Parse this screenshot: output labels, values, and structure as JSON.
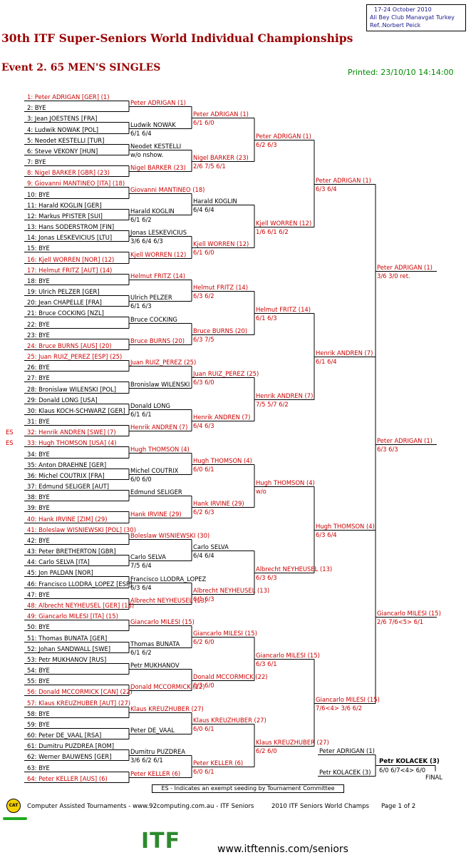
{
  "venue_lines": [
    "17-24 October 2010",
    "Ali Bey Club Manavgat   Turkey",
    "Ref..Norbert Peick"
  ],
  "title": "30th ITF Super-Seniors World Individual Championships",
  "event": "Event 2. 65 MEN'S SINGLES",
  "printed": "Printed: 23/10/10 14:14:00",
  "colors": {
    "red": "#cc0000",
    "title": "#990000",
    "green": "#008a00"
  },
  "draw": [
    {
      "label": "1: Peter ADRIGAN [GER] (1)",
      "seed": true
    },
    {
      "label": "2: BYE",
      "seed": false
    },
    {
      "label": "3: Jean JOESTENS [FRA]",
      "seed": false
    },
    {
      "label": "4: Ludwik NOWAK [POL]",
      "seed": false
    },
    {
      "label": "5: Neodet KESTELLI [TUR]",
      "seed": false
    },
    {
      "label": "6: Steve VEKONY [HUN]",
      "seed": false
    },
    {
      "label": "7: BYE",
      "seed": false
    },
    {
      "label": "8: Nigel BARKER [GBR] (23)",
      "seed": true
    },
    {
      "label": "9: Giovanni MANTINEO [ITA] (18)",
      "seed": true
    },
    {
      "label": "10: BYE",
      "seed": false
    },
    {
      "label": "11: Harald KOGLIN [GER]",
      "seed": false
    },
    {
      "label": "12: Markus PFISTER [SUI]",
      "seed": false
    },
    {
      "label": "13: Hans SODERSTROM [FIN]",
      "seed": false
    },
    {
      "label": "14: Jonas LESKEVICIUS [LTU]",
      "seed": false
    },
    {
      "label": "15: BYE",
      "seed": false
    },
    {
      "label": "16: Kjell WORREN [NOR] (12)",
      "seed": true
    },
    {
      "label": "17: Helmut FRITZ [AUT] (14)",
      "seed": true
    },
    {
      "label": "18: BYE",
      "seed": false
    },
    {
      "label": "19: Ulrich PELZER [GER]",
      "seed": false
    },
    {
      "label": "20: Jean CHAPELLE [FRA]",
      "seed": false
    },
    {
      "label": "21: Bruce COCKING [NZL]",
      "seed": false
    },
    {
      "label": "22: BYE",
      "seed": false
    },
    {
      "label": "23: BYE",
      "seed": false
    },
    {
      "label": "24: Bruce BURNS [AUS] (20)",
      "seed": true
    },
    {
      "label": "25: Juan RUIZ_PEREZ [ESP] (25)",
      "seed": true
    },
    {
      "label": "26: BYE",
      "seed": false
    },
    {
      "label": "27: BYE",
      "seed": false
    },
    {
      "label": "28: Bronislaw WILENSKI [POL]",
      "seed": false
    },
    {
      "label": "29: Donald LONG [USA]",
      "seed": false
    },
    {
      "label": "30: Klaus KOCH-SCHWARZ [GER]",
      "seed": false
    },
    {
      "label": "31: BYE",
      "seed": false
    },
    {
      "label": "32: Henrik ANDREN [SWE] (7)",
      "seed": true
    },
    {
      "label": "33: Hugh THOMSON [USA] (4)",
      "seed": true
    },
    {
      "label": "34: BYE",
      "seed": false
    },
    {
      "label": "35: Anton DRAEHNE [GER]",
      "seed": false
    },
    {
      "label": "36: Michel COUTRIX [FRA]",
      "seed": false
    },
    {
      "label": "37: Edmund SELIGER [AUT]",
      "seed": false
    },
    {
      "label": "38: BYE",
      "seed": false
    },
    {
      "label": "39: BYE",
      "seed": false
    },
    {
      "label": "40: Hank IRVINE [ZIM] (29)",
      "seed": true
    },
    {
      "label": "41: Boleslaw WISNIEWSKI [POL] (30)",
      "seed": true
    },
    {
      "label": "42: BYE",
      "seed": false
    },
    {
      "label": "43: Peter BRETHERTON [GBR]",
      "seed": false
    },
    {
      "label": "44: Carlo SELVA [ITA]",
      "seed": false
    },
    {
      "label": "45: Jon PALDAN [NOR]",
      "seed": false
    },
    {
      "label": "46: Francisco LLODRA_LOPEZ [ESP]",
      "seed": false
    },
    {
      "label": "47: BYE",
      "seed": false
    },
    {
      "label": "48: Albrecht NEYHEUSEL [GER] (13)",
      "seed": true
    },
    {
      "label": "49: Giancarlo MILESI [ITA] (15)",
      "seed": true
    },
    {
      "label": "50: BYE",
      "seed": false
    },
    {
      "label": "51: Thomas BUNATA [GER]",
      "seed": false
    },
    {
      "label": "52: Johan SANDWALL [SWE]",
      "seed": false
    },
    {
      "label": "53: Petr MUKHANOV [RUS]",
      "seed": false
    },
    {
      "label": "54: BYE",
      "seed": false
    },
    {
      "label": "55: BYE",
      "seed": false
    },
    {
      "label": "56: Donald MCCORMICK [CAN] (22)",
      "seed": true
    },
    {
      "label": "57: Klaus KREUZHUBER [AUT] (27)",
      "seed": true
    },
    {
      "label": "58: BYE",
      "seed": false
    },
    {
      "label": "59: BYE",
      "seed": false
    },
    {
      "label": "60: Peter DE_VAAL [RSA]",
      "seed": false
    },
    {
      "label": "61: Dumitru PUZDREA [ROM]",
      "seed": false
    },
    {
      "label": "62: Werner BAUWENS [GER]",
      "seed": false
    },
    {
      "label": "63: BYE",
      "seed": false
    },
    {
      "label": "64: Peter KELLER [AUS] (6)",
      "seed": true
    }
  ],
  "rounds": [
    [
      {
        "name": "Peter ADRIGAN (1)",
        "score": "",
        "seed": true
      },
      {
        "name": "Ludwik NOWAK",
        "score": "6/1 6/4",
        "seed": false
      },
      {
        "name": "Neodet KESTELLI",
        "score": "w/o nshow.",
        "seed": false
      },
      {
        "name": "Nigel BARKER (23)",
        "score": "",
        "seed": true
      },
      {
        "name": "Giovanni MANTINEO (18)",
        "score": "",
        "seed": true
      },
      {
        "name": "Harald KOGLIN",
        "score": "6/1 6/2",
        "seed": false
      },
      {
        "name": "Jonas LESKEVICIUS",
        "score": "3/6 6/4 6/3",
        "seed": false
      },
      {
        "name": "Kjell WORREN (12)",
        "score": "",
        "seed": true
      },
      {
        "name": "Helmut FRITZ (14)",
        "score": "",
        "seed": true
      },
      {
        "name": "Ulrich PELZER",
        "score": "6/1 6/3",
        "seed": false
      },
      {
        "name": "Bruce COCKING",
        "score": "",
        "seed": false
      },
      {
        "name": "Bruce BURNS (20)",
        "score": "",
        "seed": true
      },
      {
        "name": "Juan RUIZ_PEREZ (25)",
        "score": "",
        "seed": true
      },
      {
        "name": "Bronislaw WILENSKI",
        "score": "",
        "seed": false
      },
      {
        "name": "Donald LONG",
        "score": "6/1 6/1",
        "seed": false
      },
      {
        "name": "Henrik ANDREN (7)",
        "score": "",
        "seed": true
      },
      {
        "name": "Hugh THOMSON (4)",
        "score": "",
        "seed": true
      },
      {
        "name": "Michel COUTRIX",
        "score": "6/0 6/0",
        "seed": false
      },
      {
        "name": "Edmund SELIGER",
        "score": "",
        "seed": false
      },
      {
        "name": "Hank IRVINE (29)",
        "score": "",
        "seed": true
      },
      {
        "name": "Boleslaw WISNIEWSKI (30)",
        "score": "",
        "seed": true
      },
      {
        "name": "Carlo SELVA",
        "score": "7/5 6/4",
        "seed": false
      },
      {
        "name": "Francisco LLODRA_LOPEZ",
        "score": "6/3 6/4",
        "seed": false
      },
      {
        "name": "Albrecht NEYHEUSEL (13)",
        "score": "",
        "seed": true
      },
      {
        "name": "Giancarlo MILESI (15)",
        "score": "",
        "seed": true
      },
      {
        "name": "Thomas BUNATA",
        "score": "6/1 6/2",
        "seed": false
      },
      {
        "name": "Petr MUKHANOV",
        "score": "",
        "seed": false
      },
      {
        "name": "Donald MCCORMICK (22)",
        "score": "",
        "seed": true
      },
      {
        "name": "Klaus KREUZHUBER (27)",
        "score": "",
        "seed": true
      },
      {
        "name": "Peter DE_VAAL",
        "score": "",
        "seed": false
      },
      {
        "name": "Dumitru PUZDREA",
        "score": "3/6 6/2 6/1",
        "seed": false
      },
      {
        "name": "Peter KELLER (6)",
        "score": "",
        "seed": true
      }
    ],
    [
      {
        "name": "Peter ADRIGAN (1)",
        "score": "6/1 6/0",
        "seed": true
      },
      {
        "name": "Nigel BARKER (23)",
        "score": "2/6 7/5 6/1",
        "seed": true
      },
      {
        "name": "Harald KOGLIN",
        "score": "6/4 6/4",
        "seed": false
      },
      {
        "name": "Kjell WORREN (12)",
        "score": "6/1 6/0",
        "seed": true
      },
      {
        "name": "Helmut FRITZ (14)",
        "score": "6/3 6/2",
        "seed": true
      },
      {
        "name": "Bruce BURNS (20)",
        "score": "6/3 7/5",
        "seed": true
      },
      {
        "name": "Juan RUIZ_PEREZ (25)",
        "score": "6/3 6/0",
        "seed": true
      },
      {
        "name": "Henrik ANDREN (7)",
        "score": "6/4 6/3",
        "seed": true
      },
      {
        "name": "Hugh THOMSON (4)",
        "score": "6/0 6/1",
        "seed": true
      },
      {
        "name": "Hank IRVINE (29)",
        "score": "6/2 6/3",
        "seed": true
      },
      {
        "name": "Carlo SELVA",
        "score": "6/4 6/4",
        "seed": false
      },
      {
        "name": "Albrecht NEYHEUSEL (13)",
        "score": "6/1 6/3",
        "seed": true
      },
      {
        "name": "Giancarlo MILESI (15)",
        "score": "6/2 6/0",
        "seed": true
      },
      {
        "name": "Donald MCCORMICK (22)",
        "score": "6/3 6/0",
        "seed": true
      },
      {
        "name": "Klaus KREUZHUBER (27)",
        "score": "6/0 6/1",
        "seed": true
      },
      {
        "name": "Peter KELLER (6)",
        "score": "6/0 6/1",
        "seed": true
      }
    ],
    [
      {
        "name": "Peter ADRIGAN (1)",
        "score": "6/2 6/3",
        "seed": true
      },
      {
        "name": "Kjell WORREN (12)",
        "score": "1/6 6/1 6/2",
        "seed": true
      },
      {
        "name": "Helmut FRITZ (14)",
        "score": "6/1 6/3",
        "seed": true
      },
      {
        "name": "Henrik ANDREN (7)",
        "score": "7/5 5/7 6/2",
        "seed": true
      },
      {
        "name": "Hugh THOMSON (4)",
        "score": "w/o",
        "seed": true
      },
      {
        "name": "Albrecht NEYHEUSEL (13)",
        "score": "6/3 6/3",
        "seed": true
      },
      {
        "name": "Giancarlo MILESI (15)",
        "score": "6/3 6/1",
        "seed": true
      },
      {
        "name": "Klaus KREUZHUBER (27)",
        "score": "6/2 6/0",
        "seed": true
      }
    ],
    [
      {
        "name": "Peter ADRIGAN (1)",
        "score": "6/3 6/4",
        "seed": true
      },
      {
        "name": "Henrik ANDREN (7)",
        "score": "6/1 6/4",
        "seed": true
      },
      {
        "name": "Hugh THOMSON (4)",
        "score": "6/3 6/4",
        "seed": true
      },
      {
        "name": "Giancarlo MILESI (15)",
        "score": "7/6<4> 3/6 6/2",
        "seed": true
      }
    ],
    [
      {
        "name": "Peter ADRIGAN (1)",
        "score": "3/6 3/0 ret.",
        "seed": true
      },
      {
        "name": "Giancarlo MILESI (15)",
        "score": "2/6 7/6<5> 6/1",
        "seed": true
      }
    ],
    [
      {
        "name": "Peter ADRIGAN (1)",
        "score": "6/3 6/3",
        "seed": true
      }
    ]
  ],
  "final": {
    "top": "Peter ADRIGAN (1)",
    "bottom": "Petr KOLACEK (3)",
    "winner": "Petr KOLACEK (3)",
    "score": "6/0 6/7<4> 6/0",
    "label": "FINAL"
  },
  "exempt": [
    {
      "row": 31,
      "code": "ES"
    },
    {
      "row": 32,
      "code": "ES"
    }
  ],
  "legend": "ES - Indicates an exempt seeding by Tournament Committee",
  "footer": {
    "left": "Computer Assisted Tournaments - www.92computing.com.au  -  ITF Seniors",
    "mid": "2010 ITF Seniors World Champs",
    "right": "Page 1 of 2",
    "logo_text": "CAT"
  },
  "itf_logo": "ITF",
  "itf_url": "www.itftennis.com/seniors"
}
